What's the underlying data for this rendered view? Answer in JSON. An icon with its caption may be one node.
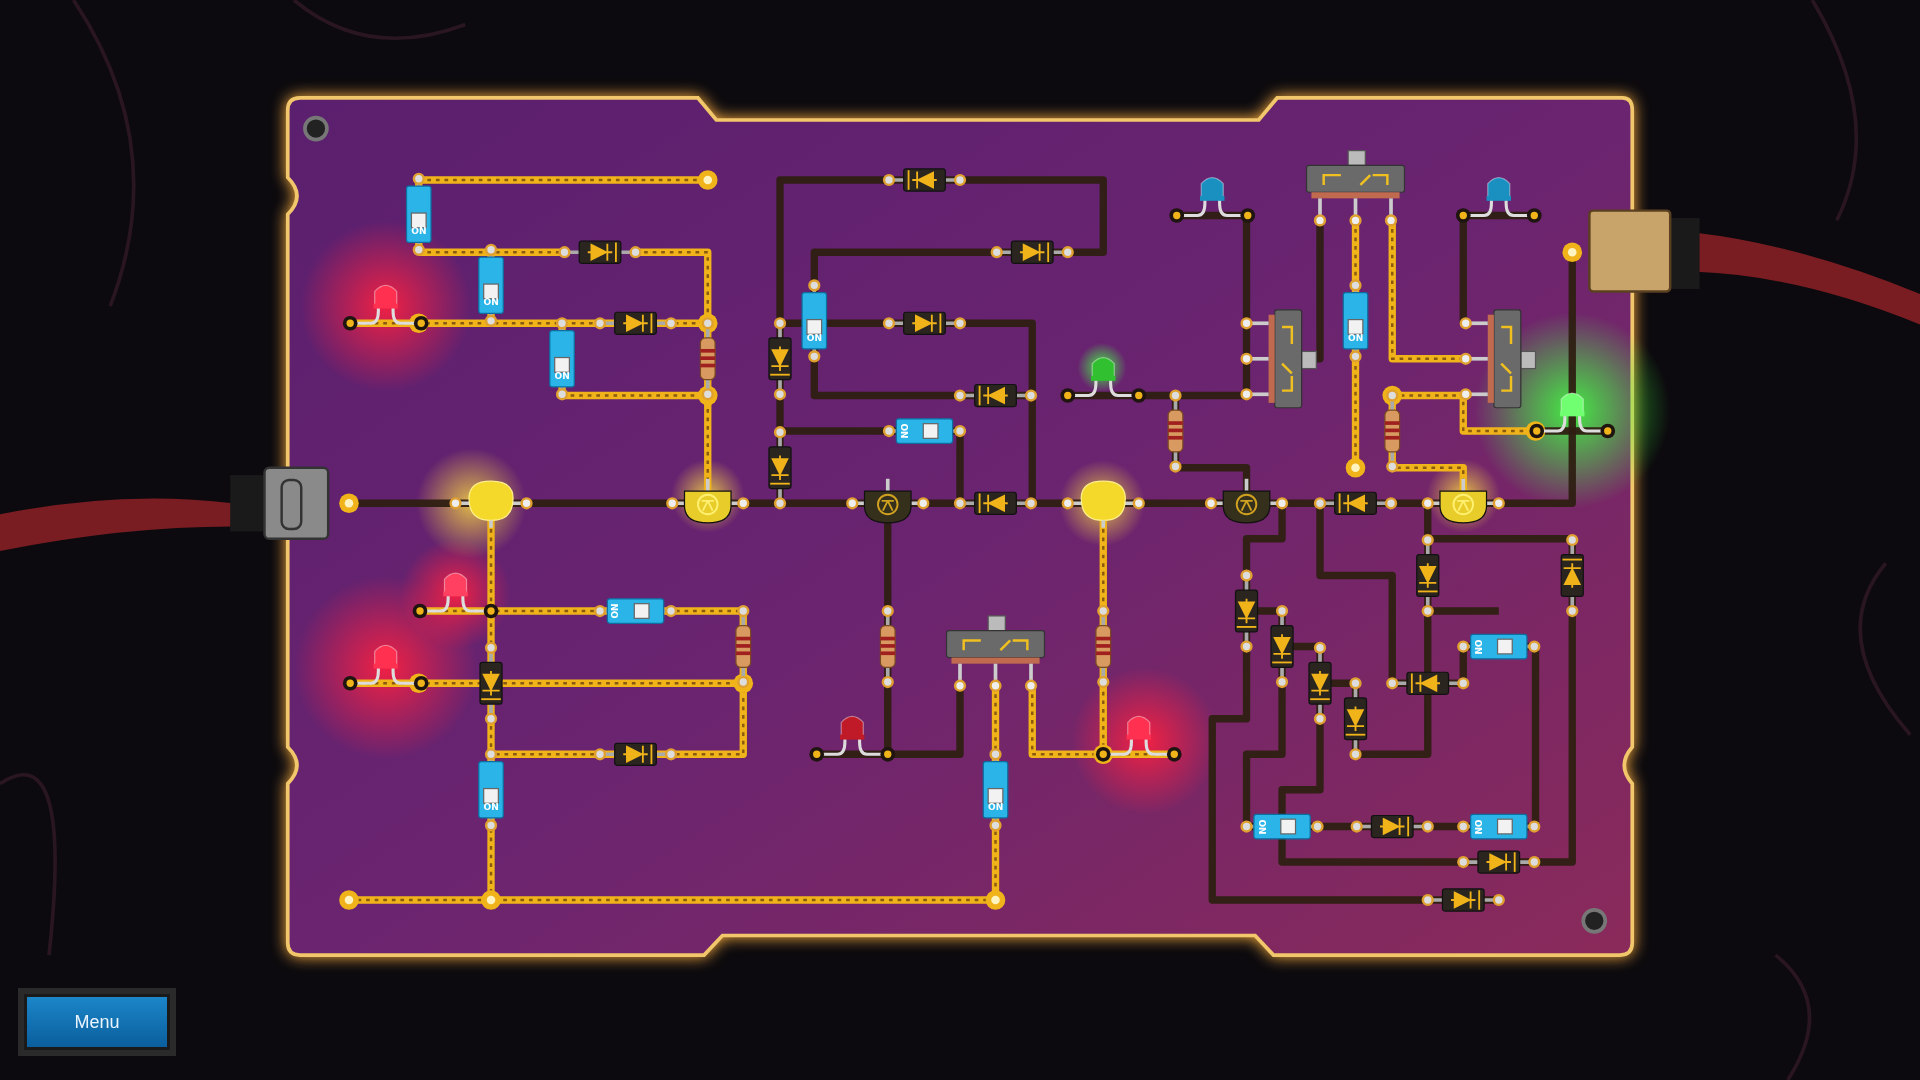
{
  "diagram": {
    "labels": [
      "ON",
      "ON",
      "ON",
      "ON",
      "ON",
      "ON",
      "ON",
      "ON",
      "ON",
      "ON",
      "ON",
      "ON",
      "Menu"
    ]
  }
}
